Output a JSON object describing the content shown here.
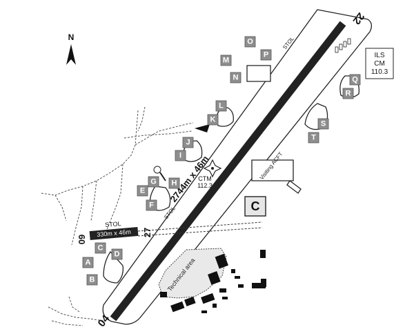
{
  "north_label": "N",
  "main_runway": {
    "dimensions": "2744m x 46m",
    "end_south": "04",
    "end_north": "22"
  },
  "stol_runway": {
    "label": "STOL",
    "dimensions": "330m x 46m",
    "end_west": "09",
    "end_east": "27"
  },
  "ils": {
    "line1": "ILS",
    "line2": "CM",
    "line3": "110.3"
  },
  "ctm": {
    "name": "CTM",
    "freq": "112.3"
  },
  "stol_labels": [
    "STOL",
    "STOL"
  ],
  "areas": {
    "technical": "Technical area",
    "visiting": "Visiting ACFT"
  },
  "zone_c": "C",
  "stands": [
    "A",
    "B",
    "C",
    "D",
    "E",
    "F",
    "G",
    "H",
    "I",
    "J",
    "K",
    "L",
    "M",
    "N",
    "O",
    "P",
    "Q",
    "R",
    "S",
    "T"
  ]
}
